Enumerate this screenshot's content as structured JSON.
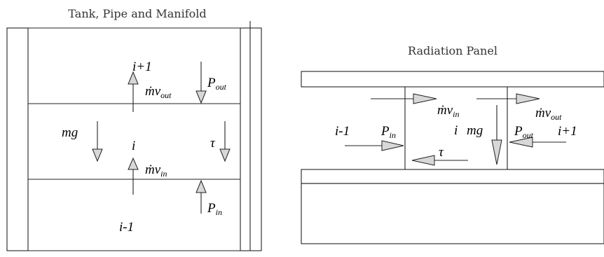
{
  "tank": {
    "title": "Tank, Pipe and Manifold",
    "labels": {
      "i_plus_1": "i+1",
      "mv_out": "ṁv",
      "mv_out_sub": "out",
      "p_out": "P",
      "p_out_sub": "out",
      "mg": "mg",
      "i": "i",
      "tau": "τ",
      "mv_in": "ṁv",
      "mv_in_sub": "in",
      "p_in": "P",
      "p_in_sub": "in",
      "i_minus_1": "i-1"
    }
  },
  "panel": {
    "title": "Radiation Panel",
    "labels": {
      "mv_in": "ṁv",
      "mv_in_sub": "in",
      "mv_out": "ṁv",
      "mv_out_sub": "out",
      "i_minus_1": "i-1",
      "p_in": "P",
      "p_in_sub": "in",
      "i": "i",
      "mg": "mg",
      "p_out": "P",
      "p_out_sub": "out",
      "i_plus_1": "i+1",
      "tau": "τ"
    }
  },
  "colors": {
    "line": "#222222",
    "arrow_fill": "#d8d8d8",
    "background": "#ffffff"
  }
}
